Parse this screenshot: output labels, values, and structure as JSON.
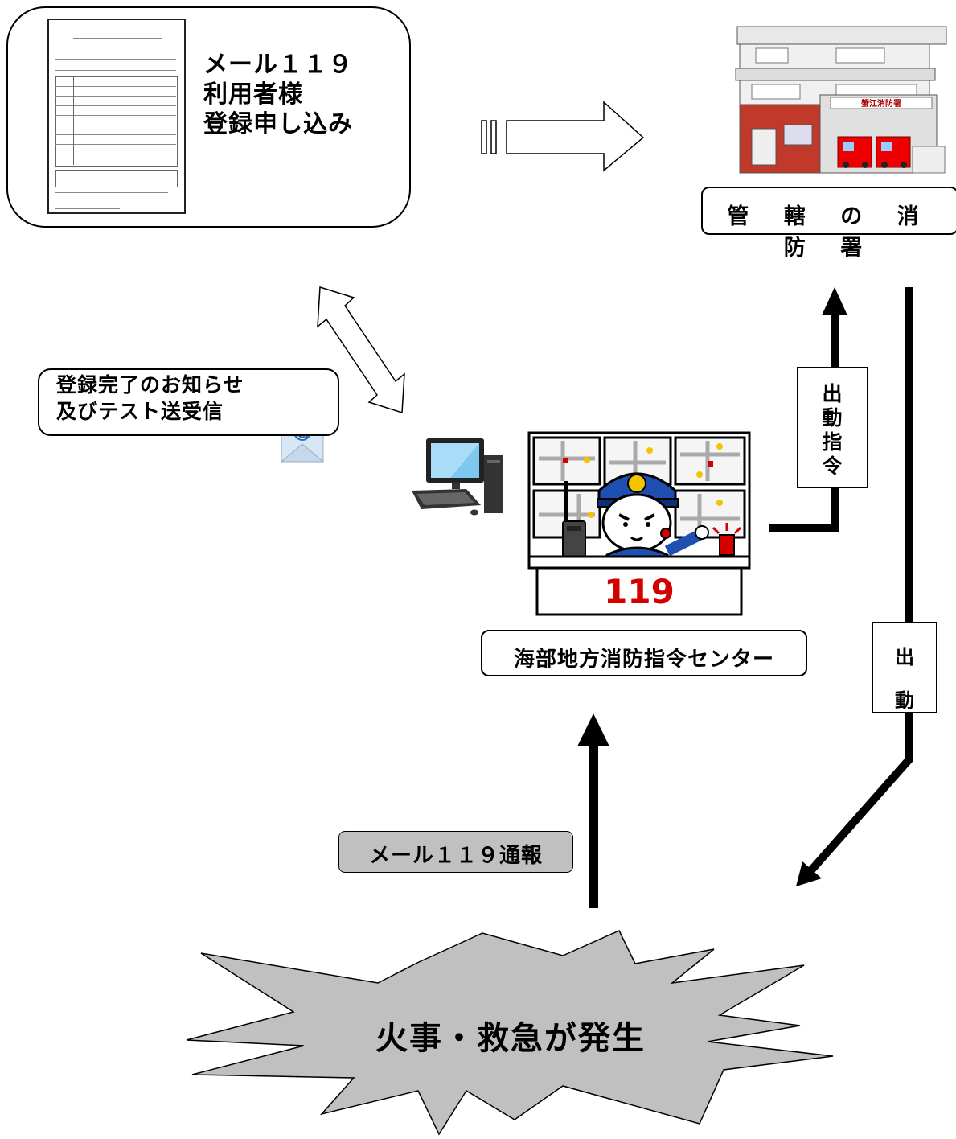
{
  "registration": {
    "title": "メール１１９\n利用者様\n登録申し込み"
  },
  "station": {
    "label": "管 轄 の 消 防 署",
    "sign": "蟹江消防署"
  },
  "notice": {
    "text": "登録完了のお知らせ\n及びテスト送受信"
  },
  "dispatch_order": {
    "text": "出\n動\n指\n令"
  },
  "dispatch": {
    "text": "出\n動"
  },
  "center": {
    "label": "海部地方消防指令センター",
    "desk_number": "119"
  },
  "mail_report": {
    "label": "メール１１９通報"
  },
  "emergency": {
    "text": "火事・救急が発生"
  },
  "colors": {
    "emergency_fill": "#c0c0c0",
    "report_fill": "#c0c0c0",
    "desk_red": "#d40000",
    "officer_blue": "#1f4fb0",
    "mail_icon_blue": "#4a90d9"
  }
}
